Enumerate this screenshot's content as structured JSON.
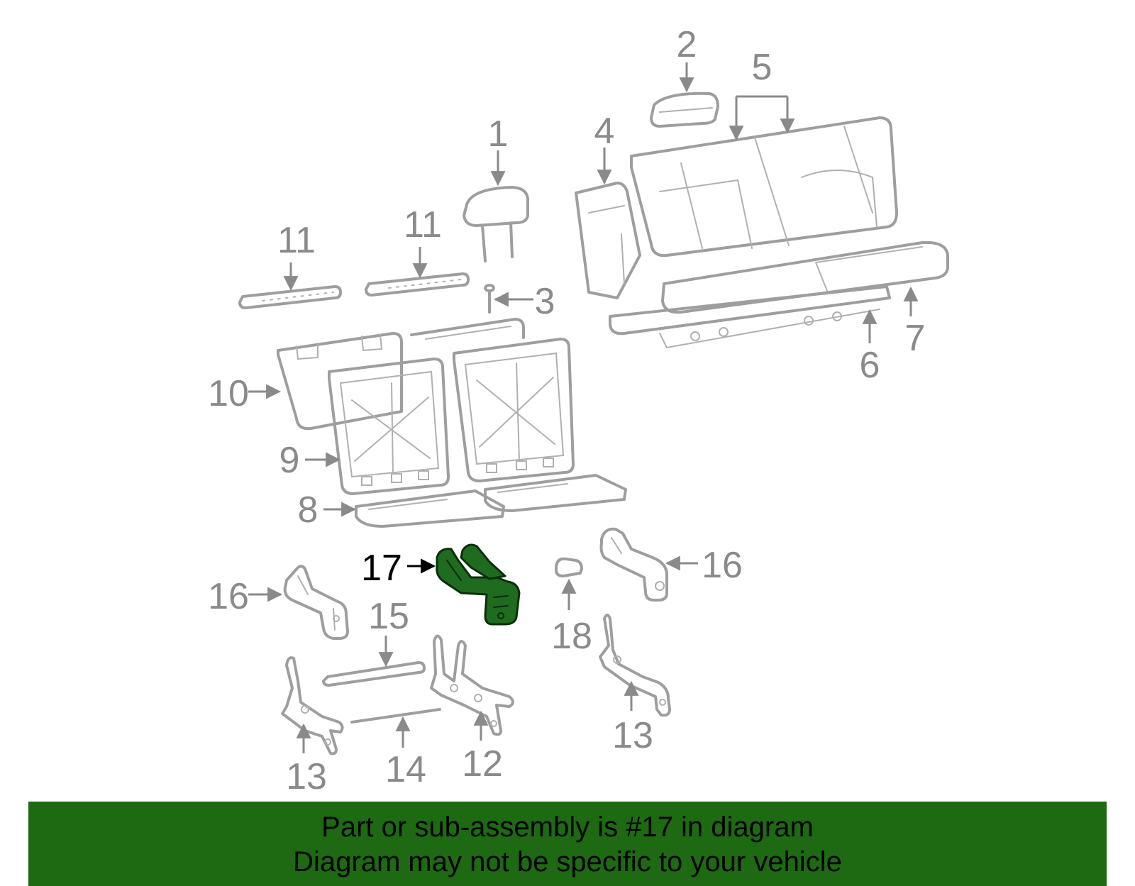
{
  "callouts": {
    "c1": "1",
    "c2": "2",
    "c3": "3",
    "c4": "4",
    "c5": "5",
    "c6": "6",
    "c7": "7",
    "c8": "8",
    "c9": "9",
    "c10": "10",
    "c11a": "11",
    "c11b": "11",
    "c12": "12",
    "c13a": "13",
    "c13b": "13",
    "c14": "14",
    "c15": "15",
    "c16a": "16",
    "c16b": "16",
    "c17": "17",
    "c18": "18"
  },
  "highlight": {
    "part_number": "17",
    "color": "#1f6b1f"
  },
  "colors": {
    "line": "#9e9e9e",
    "banner": "#1d6a12"
  },
  "banner": {
    "line1": "Part or sub-assembly is #17 in diagram",
    "line2": "Diagram may not be specific to your vehicle"
  }
}
